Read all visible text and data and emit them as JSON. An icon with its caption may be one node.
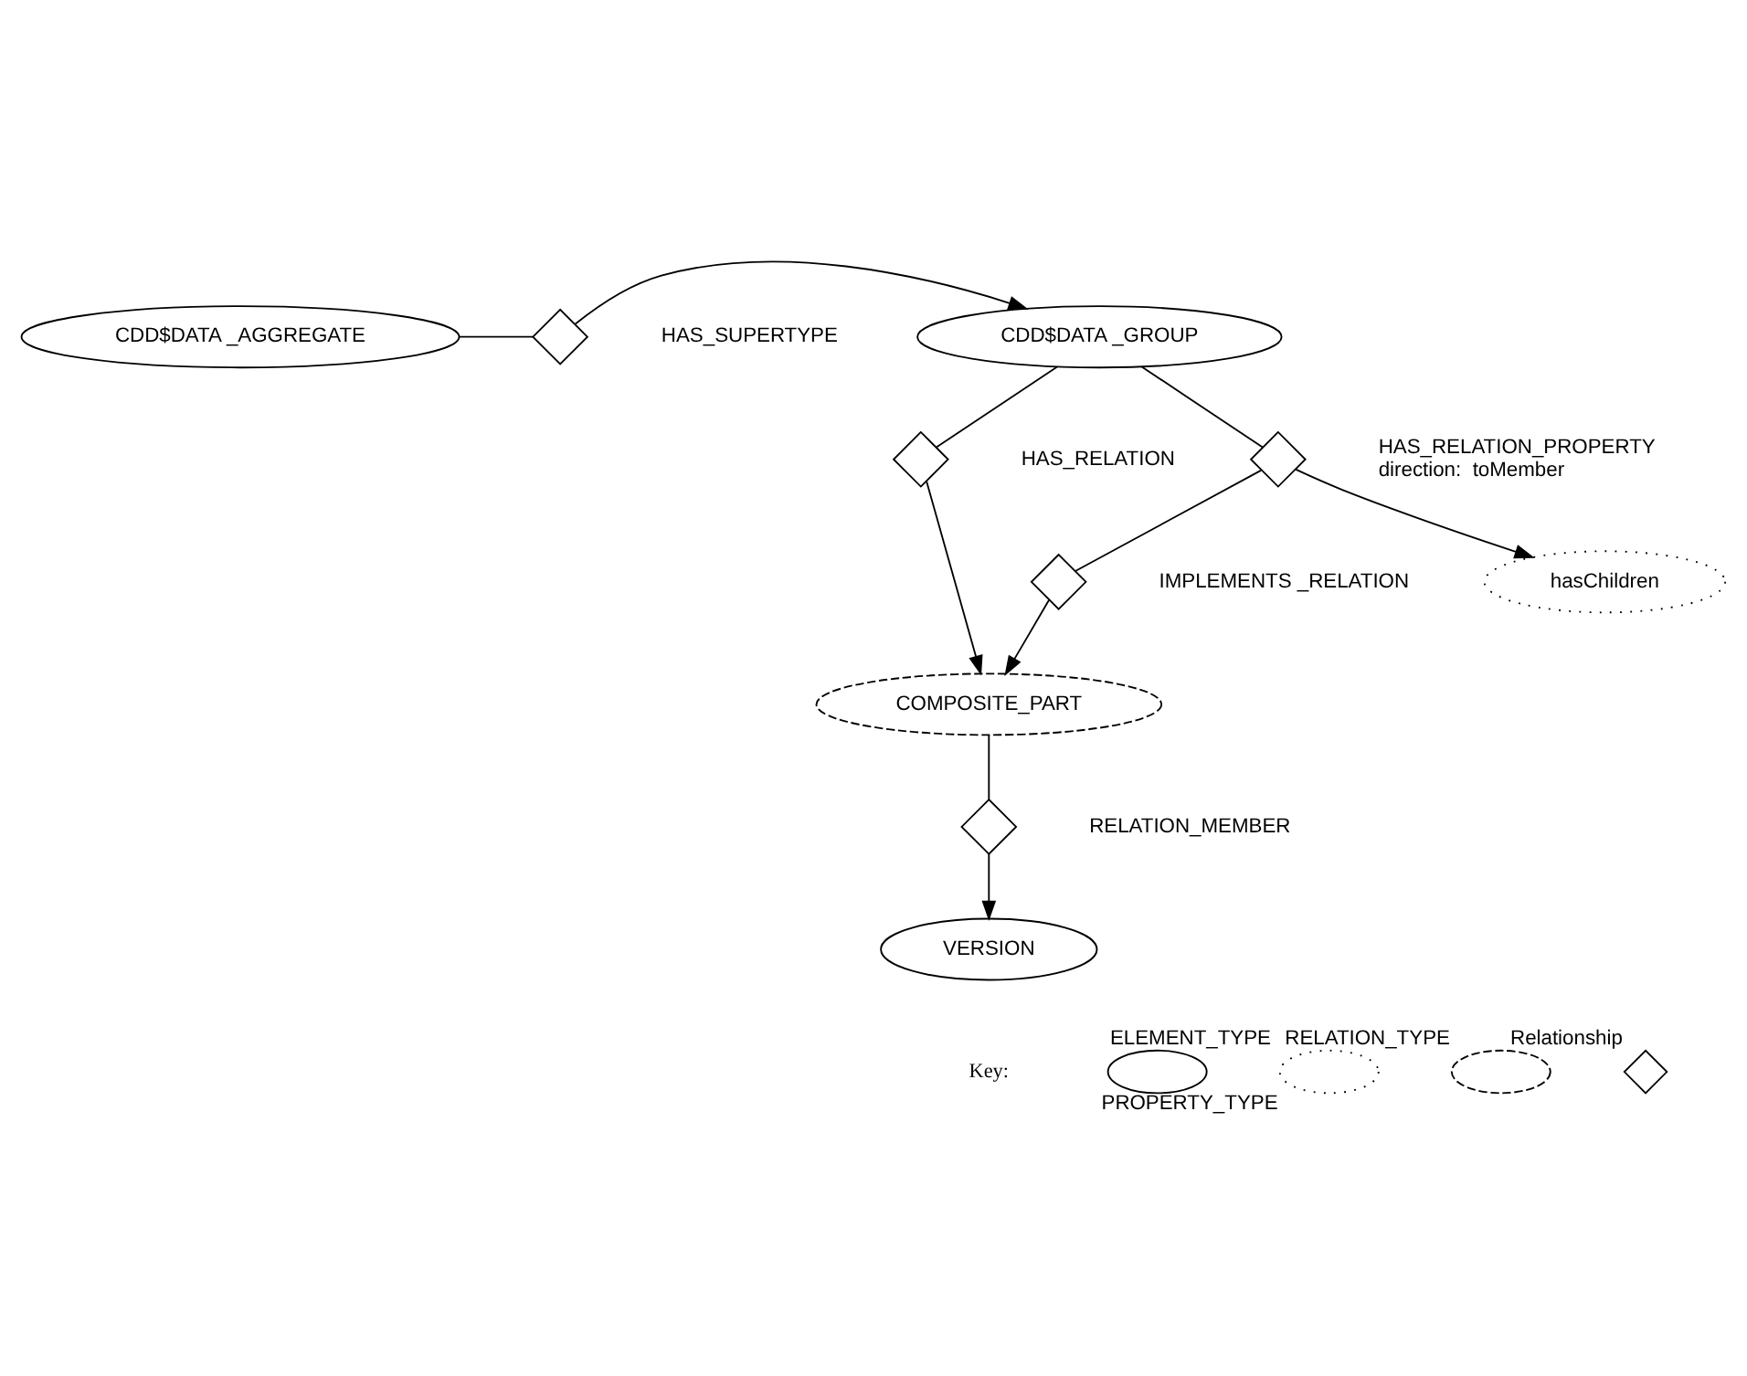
{
  "diagram": {
    "nodes": [
      {
        "text": [
          "CDD$DATA _GROUP"
        ]
      },
      {
        "text": [],
        "shape": "diamond",
        "beside": [
          "HAS_SUPERTYPE"
        ]
      },
      {
        "text": [
          "CDD$DATA _AGGREGATE"
        ]
      },
      {
        "text": [],
        "shape": "diamond",
        "beside": [
          "HAS_RELATION"
        ]
      },
      {
        "text": [],
        "shape": "diamond",
        "beside": [
          "HAS_RELATION_PROPERTY",
          "direction:  toMember"
        ]
      },
      {
        "text": [],
        "shape": "diamond",
        "beside": [
          "IMPLEMENTS _RELATION"
        ]
      },
      {
        "text": [
          "COMPOSITE_PART"
        ]
      },
      {
        "text": [
          "hasChildren"
        ]
      },
      {
        "text": [],
        "shape": "diamond",
        "beside": [
          "RELATION_MEMBER"
        ]
      },
      {
        "text": [
          "VERSION"
        ]
      }
    ],
    "edges": [
      {
        "from": 2,
        "to": 1,
        "arrow": "none"
      },
      {
        "from": 1,
        "to": 0,
        "arrow": "to"
      },
      {
        "from": 0,
        "to": 3,
        "arrow": "none"
      },
      {
        "from": 3,
        "to": 6,
        "arrow": "to"
      },
      {
        "from": 0,
        "to": 4,
        "arrow": "none"
      },
      {
        "from": 4,
        "to": 7,
        "arrow": "to"
      },
      {
        "from": 4,
        "to": 5,
        "arrow": "none"
      },
      {
        "from": 5,
        "to": 6,
        "arrow": "to"
      },
      {
        "from": 6,
        "to": 8,
        "arrow": "none"
      },
      {
        "from": 8,
        "to": 9,
        "arrow": "to"
      }
    ],
    "labels": [
      "Key:"
    ],
    "legend": [
      {
        "text": "ELEMENT_TYPE"
      },
      {
        "text": "PROPERTY_TYPE"
      },
      {
        "text": "RELATION_TYPE"
      },
      {
        "text": "Relationship"
      }
    ]
  }
}
